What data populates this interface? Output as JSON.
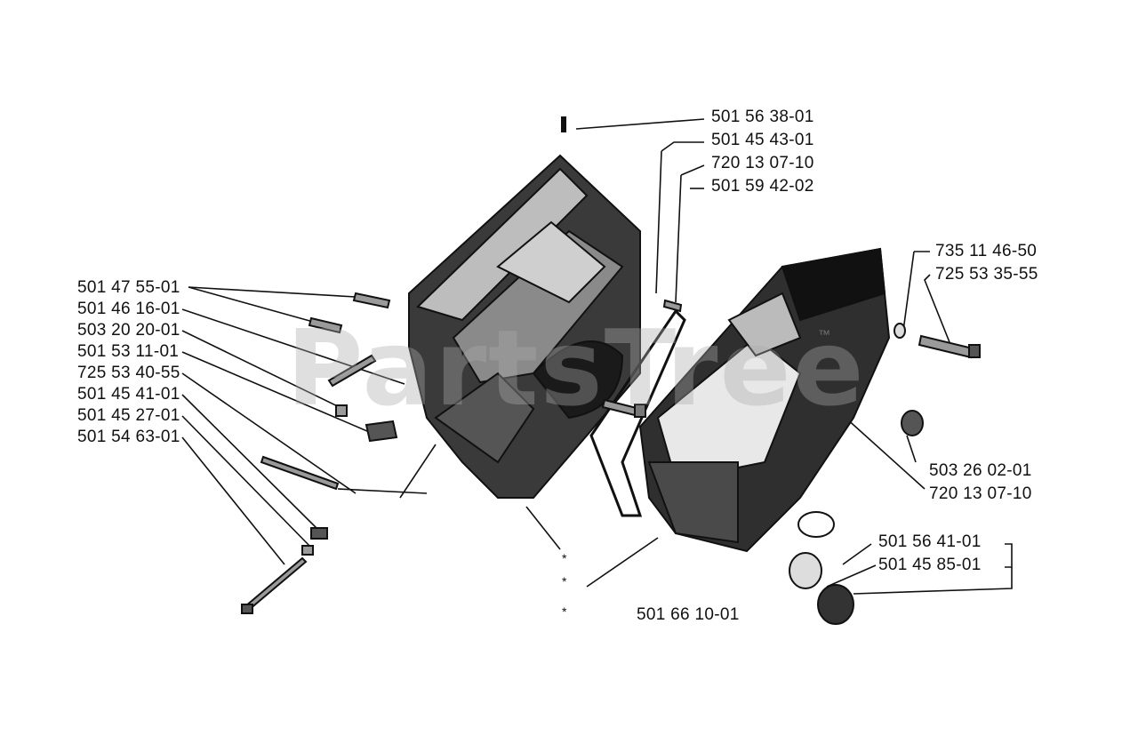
{
  "watermark": {
    "text": "PartsTree",
    "trademark": "™"
  },
  "part_numbers": [
    "501 56 38-01",
    "501 45 43-01",
    "720 13 07-10",
    "501 59 42-02",
    "735 11 46-50",
    "725 53 35-55",
    "501 47 55-01",
    "501 46 16-01",
    "503 20 20-01",
    "501 53 11-01",
    "725 53 40-55",
    "501 45 41-01",
    "501 45 27-01",
    "501 54 63-01",
    "503 26 02-01",
    "720 13 07-10",
    "501 56 41-01",
    "501 45 85-01",
    "501 66 10-01"
  ],
  "asterisk": "*",
  "colors": {
    "ink": "#111111",
    "watermark": "#aaaaaa",
    "background": "#ffffff"
  }
}
